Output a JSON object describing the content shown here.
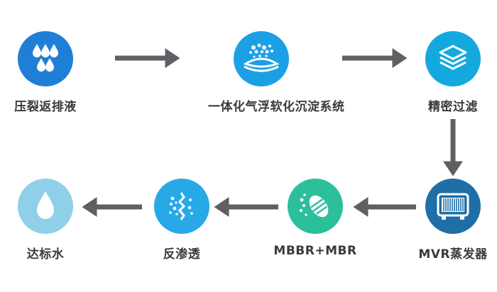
{
  "steps": [
    {
      "id": "s1",
      "label": "压裂返排液",
      "icon": "water-drops-icon",
      "color": "#1f7fd6"
    },
    {
      "id": "s2",
      "label": "一体化气浮软化沉淀系统",
      "icon": "flotation-bubbles-icon",
      "color": "#1ba0e6"
    },
    {
      "id": "s3",
      "label": "精密过滤",
      "icon": "filter-layers-icon",
      "color": "#13a9df"
    },
    {
      "id": "s4",
      "label": "MVR蒸发器",
      "icon": "evaporator-icon",
      "color": "#1e6fa8"
    },
    {
      "id": "s5",
      "label": "MBBR+MBR",
      "icon": "biofilm-carrier-icon",
      "color": "#2cbf9b"
    },
    {
      "id": "s6",
      "label": "反渗透",
      "icon": "membrane-icon",
      "color": "#27a9e8"
    },
    {
      "id": "s7",
      "label": "达标水",
      "icon": "clean-water-drop-icon",
      "color": "#8fd0e8"
    }
  ],
  "arrow_color": "#5e6064"
}
